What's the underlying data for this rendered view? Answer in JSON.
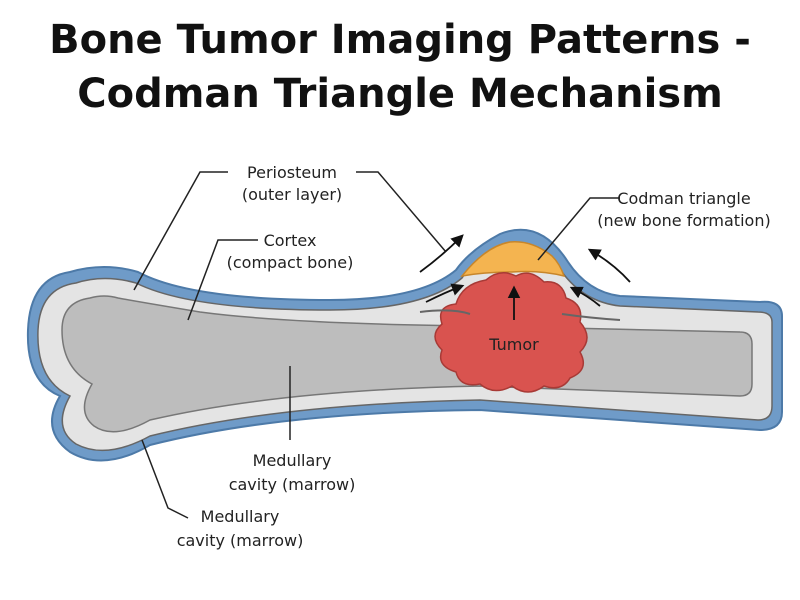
{
  "title": {
    "line1": "Bone Tumor Imaging Patterns -",
    "line2": "Codman Triangle Mechanism"
  },
  "labels": {
    "periosteum": [
      "Periosteum",
      "(outer layer)"
    ],
    "cortex": [
      "Cortex",
      "(compact bone)"
    ],
    "codman": [
      "Codman triangle",
      "(new bone formation)"
    ],
    "tumor": "Tumor",
    "medullary_inner": [
      "Medullary",
      "cavity (marrow)"
    ],
    "medullary_outer": [
      "Medullary",
      "cavity (marrow)"
    ]
  },
  "colors": {
    "periosteum": "#6f9bc8",
    "cortex": "#e4e4e4",
    "marrow": "#bdbdbd",
    "tumor": "#d9534f",
    "codman": "#f4b450",
    "outline": "#555555"
  }
}
